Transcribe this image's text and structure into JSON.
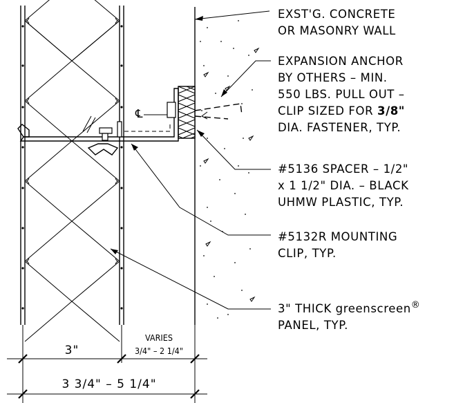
{
  "callouts": {
    "wall_line1": "EXST'G. CONCRETE",
    "wall_line2": "OR MASONRY WALL",
    "anchor_line1": "EXPANSION ANCHOR",
    "anchor_line2": "BY OTHERS – MIN.",
    "anchor_line3": "550 LBS. PULL OUT –",
    "anchor_line4_a": "CLIP SIZED FOR ",
    "anchor_line4_b": "3/8\"",
    "anchor_line5": "DIA. FASTENER, TYP.",
    "spacer_line1": "#5136 SPACER – 1/2\"",
    "spacer_line2": "x 1 1/2\" DIA. – BLACK",
    "spacer_line3": "UHMW PLASTIC, TYP.",
    "clip_line1": "#5132R MOUNTING",
    "clip_line2": "CLIP, TYP.",
    "panel_line1": "3\" THICK greenscreen",
    "panel_reg": "®",
    "panel_line2": "PANEL, TYP."
  },
  "centerline_symbol": "℄",
  "dimensions": {
    "panel_width": "3\"",
    "varies_label": "VARIES",
    "varies_range": "3/4\" – 2 1/4\"",
    "overall": "3 3/4\" – 5 1/4\""
  }
}
